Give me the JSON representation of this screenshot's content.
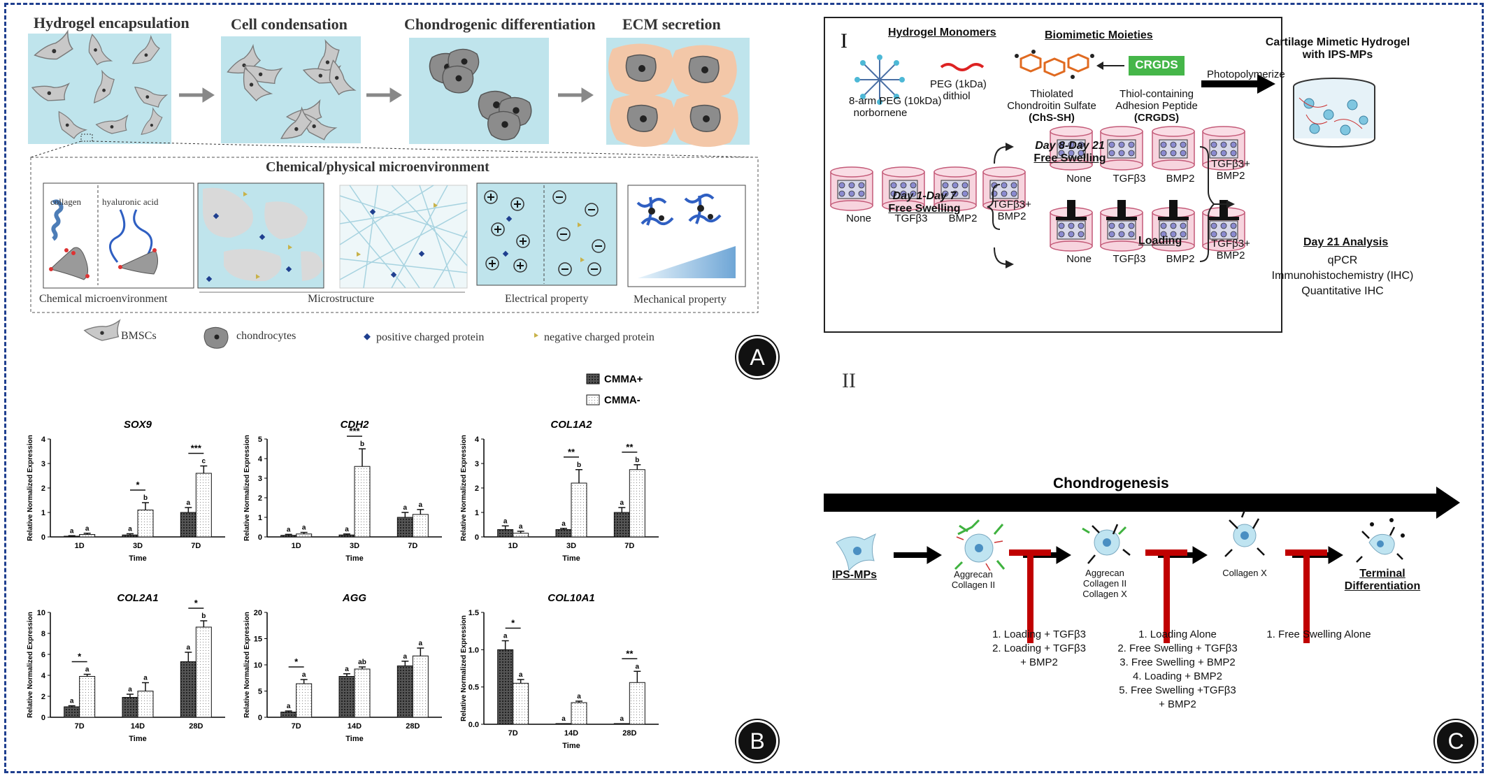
{
  "panelA": {
    "steps": [
      "Hydrogel encapsulation",
      "Cell condensation",
      "Chondrogenic differentiation",
      "ECM secretion"
    ],
    "micro_title": "Chemical/physical microenvironment",
    "collagen": "collagen",
    "hyaluronic": "hyaluronic acid",
    "sub_captions": [
      "Chemical microenvironment",
      "Microstructure",
      "Electrical property",
      "Mechanical property"
    ],
    "legend": [
      "BMSCs",
      "chondrocytes",
      "positive charged protein",
      "negative charged protein"
    ],
    "badge": "A"
  },
  "panelB": {
    "legend": [
      "CMMA+",
      "CMMA-"
    ],
    "ylabel": "Relative Normalized Expression",
    "xlabel": "Time",
    "badge": "B"
  },
  "chart_data": [
    {
      "type": "bar",
      "title": "SOX9",
      "categories": [
        "1D",
        "3D",
        "7D"
      ],
      "series": [
        {
          "name": "CMMA+",
          "values": [
            0.03,
            0.08,
            1.0
          ]
        },
        {
          "name": "CMMA-",
          "values": [
            0.1,
            1.1,
            2.6
          ]
        }
      ],
      "errors": [
        [
          0.02,
          0.05,
          0.2
        ],
        [
          0.05,
          0.3,
          0.3
        ]
      ],
      "ylim": [
        0,
        4
      ],
      "yticks": [
        0,
        1,
        2,
        3,
        4
      ],
      "letters": [
        [
          "a",
          "a"
        ],
        [
          "a",
          "b"
        ],
        [
          "a",
          "c"
        ]
      ],
      "sig": [
        null,
        "*",
        "***"
      ],
      "xlabel": "Time",
      "ylabel": "Relative Normalized Expression"
    },
    {
      "type": "bar",
      "title": "CDH2",
      "categories": [
        "1D",
        "3D",
        "7D"
      ],
      "series": [
        {
          "name": "CMMA+",
          "values": [
            0.08,
            0.1,
            1.0
          ]
        },
        {
          "name": "CMMA-",
          "values": [
            0.15,
            3.6,
            1.15
          ]
        }
      ],
      "errors": [
        [
          0.05,
          0.05,
          0.25
        ],
        [
          0.08,
          0.9,
          0.25
        ]
      ],
      "ylim": [
        0,
        5
      ],
      "yticks": [
        0,
        1,
        2,
        3,
        4,
        5
      ],
      "letters": [
        [
          "a",
          "a"
        ],
        [
          "a",
          "b"
        ],
        [
          "a",
          "a"
        ]
      ],
      "sig": [
        null,
        "***",
        null
      ],
      "xlabel": "Time",
      "ylabel": "Relative Normalized Expression"
    },
    {
      "type": "bar",
      "title": "COL1A2",
      "categories": [
        "1D",
        "3D",
        "7D"
      ],
      "series": [
        {
          "name": "CMMA+",
          "values": [
            0.3,
            0.3,
            1.0
          ]
        },
        {
          "name": "CMMA-",
          "values": [
            0.15,
            2.2,
            2.75
          ]
        }
      ],
      "errors": [
        [
          0.15,
          0.05,
          0.2
        ],
        [
          0.08,
          0.55,
          0.2
        ]
      ],
      "ylim": [
        0,
        4
      ],
      "yticks": [
        0,
        1,
        2,
        3,
        4
      ],
      "letters": [
        [
          "a",
          "a"
        ],
        [
          "a",
          "b"
        ],
        [
          "a",
          "b"
        ]
      ],
      "sig": [
        null,
        "**",
        "**"
      ],
      "xlabel": "Time",
      "ylabel": "Relative Normalized Expression"
    },
    {
      "type": "bar",
      "title": "COL2A1",
      "categories": [
        "7D",
        "14D",
        "28D"
      ],
      "series": [
        {
          "name": "CMMA+",
          "values": [
            1.0,
            1.9,
            5.3
          ]
        },
        {
          "name": "CMMA-",
          "values": [
            3.9,
            2.5,
            8.6
          ]
        }
      ],
      "errors": [
        [
          0.1,
          0.3,
          0.9
        ],
        [
          0.2,
          0.8,
          0.6
        ]
      ],
      "ylim": [
        0,
        10
      ],
      "yticks": [
        0,
        2,
        4,
        6,
        8,
        10
      ],
      "letters": [
        [
          "a",
          "a"
        ],
        [
          "a",
          "a"
        ],
        [
          "a",
          "b"
        ]
      ],
      "sig": [
        "*",
        null,
        "*"
      ],
      "xlabel": "Time",
      "ylabel": "Relative Normalized Expression"
    },
    {
      "type": "bar",
      "title": "AGG",
      "categories": [
        "7D",
        "14D",
        "28D"
      ],
      "series": [
        {
          "name": "CMMA+",
          "values": [
            1.0,
            7.8,
            9.8
          ]
        },
        {
          "name": "CMMA-",
          "values": [
            6.4,
            9.2,
            11.7
          ]
        }
      ],
      "errors": [
        [
          0.2,
          0.5,
          0.9
        ],
        [
          0.8,
          0.4,
          1.5
        ]
      ],
      "ylim": [
        0,
        20
      ],
      "yticks": [
        0,
        5,
        10,
        15,
        20
      ],
      "letters": [
        [
          "a",
          "a"
        ],
        [
          "a",
          "ab"
        ],
        [
          "a",
          "a"
        ]
      ],
      "sig": [
        "*",
        null,
        null
      ],
      "xlabel": "Time",
      "ylabel": "Relative Normalized Expression"
    },
    {
      "type": "bar",
      "title": "COL10A1",
      "categories": [
        "7D",
        "14D",
        "28D"
      ],
      "series": [
        {
          "name": "CMMA+",
          "values": [
            1.0,
            0.01,
            0.01
          ]
        },
        {
          "name": "CMMA-",
          "values": [
            0.55,
            0.29,
            0.56
          ]
        }
      ],
      "errors": [
        [
          0.12,
          0.0,
          0.0
        ],
        [
          0.05,
          0.02,
          0.15
        ]
      ],
      "ylim": [
        0,
        1.5
      ],
      "yticks": [
        0.0,
        0.5,
        1.0,
        1.5
      ],
      "yticklabels": [
        "0.0",
        "0.5",
        "1.0",
        "1.5"
      ],
      "letters": [
        [
          "a",
          "a"
        ],
        [
          "a",
          "a"
        ],
        [
          "a",
          "a"
        ]
      ],
      "sig": [
        "*",
        null,
        "**"
      ],
      "xlabel": "Time",
      "ylabel": "Relative Normalized Expression"
    }
  ],
  "panelC": {
    "roman1": "I",
    "roman2": "II",
    "hydrogel_monomers": "Hydrogel Monomers",
    "peg8_line1": "8-arm PEG (10kDa)",
    "peg8_line2": "norbornene",
    "peg1_line1": "PEG (1kDa)",
    "peg1_line2": "dithiol",
    "biomimetic": "Biomimetic Moieties",
    "chs_line1": "Thiolated",
    "chs_line2": "Chondroitin Sulfate",
    "chs_line3": "(ChS-SH)",
    "crgds": "CRGDS",
    "pep_line1": "Thiol-containing",
    "pep_line2": "Adhesion Peptide",
    "pep_line3": "(CRGDS)",
    "photopoly": "Photopolymerize",
    "cart_line1": "Cartilage Mimetic Hydrogel",
    "cart_line2": "with IPS-MPs",
    "day17_line1": "Day 1-Day 7",
    "day17_line2": "Free Swelling",
    "day821_line1": "Day 8-Day 21",
    "day821_line2": "Free Swelling",
    "loading": "Loading",
    "conds": [
      "None",
      "TGFβ3",
      "BMP2",
      "TGFβ3+\nBMP2"
    ],
    "analysis_title": "Day 21 Analysis",
    "analysis": [
      "qPCR",
      "Immunohistochemistry (IHC)",
      "Quantitative IHC"
    ],
    "chondrogenesis": "Chondrogenesis",
    "ipsmps": "IPS-MPs",
    "stage1": [
      "Aggrecan",
      "Collagen II"
    ],
    "stage2": [
      "Aggrecan",
      "Collagen II",
      "Collagen X"
    ],
    "stage3": "Collagen X",
    "terminal1": "Terminal",
    "terminal2": "Differentiation",
    "inhib1": [
      "1. Loading + TGFβ3",
      "2. Loading + TGFβ3",
      "+ BMP2"
    ],
    "inhib2": [
      "1. Loading Alone",
      "2. Free Swelling + TGFβ3",
      "3. Free Swelling + BMP2",
      "4. Loading + BMP2",
      "5. Free Swelling +TGFβ3",
      "+ BMP2"
    ],
    "inhib3": [
      "1. Free Swelling Alone"
    ],
    "badge": "C"
  }
}
